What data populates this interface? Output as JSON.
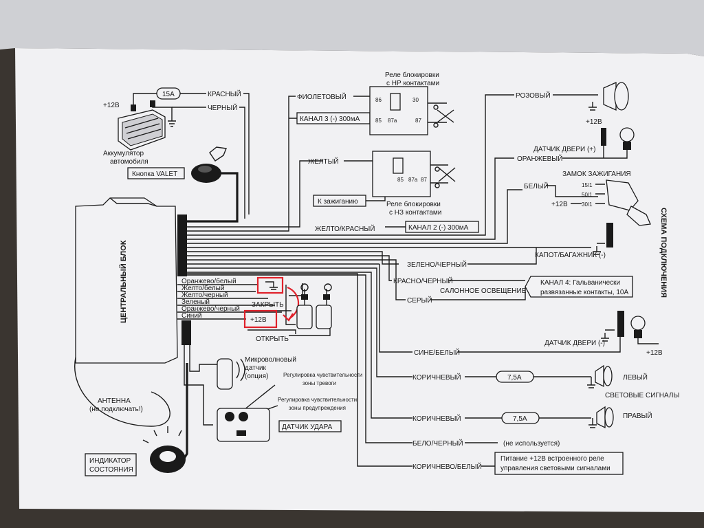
{
  "diagram": {
    "title": "СХЕМА ПОДКЛЮЧЕНИЯ",
    "central_unit": "ЦЕНТРАЛЬНЫЙ БЛОК",
    "battery": {
      "caption_line1": "Аккумулятор",
      "caption_line2": "автомобиля",
      "plus": "+12В",
      "fuse": "15А"
    },
    "valet_button": "Кнопка VALET",
    "relay_no": {
      "line1": "Реле блокировки",
      "line2": "с НР контактами"
    },
    "relay_nc": {
      "line1": "Реле блокировки",
      "line2": "с НЗ контактами"
    },
    "relay_pins": {
      "p86": "86",
      "p30": "30",
      "p85": "85",
      "p87a": "87а",
      "p87": "87"
    },
    "channel3": "КАНАЛ 3 (-) 300мА",
    "channel2": "КАНАЛ 2 (-) 300мА",
    "channel4_line1": "КАНАЛ 4: Гальванически",
    "channel4_line2": "развязанные контакты, 10А",
    "to_ignition": "К зажиганию",
    "wires_left": {
      "red": "КРАСНЫЙ",
      "black": "ЧЕРНЫЙ",
      "violet": "ФИОЛЕТОВЫЙ",
      "yellow": "ЖЕЛТЫЙ",
      "yellow_red": "ЖЕЛТО/КРАСНЫЙ"
    },
    "wires_lock": {
      "orange_white": "Оранжево/белый",
      "yellow_white": "Желто/белый",
      "yellow_black": "Желто/черный",
      "green": "Зеленый",
      "orange_black": "Оранжево/черный",
      "blue": "Синий",
      "close": "ЗАКРЫТЬ",
      "open": "ОТКРЫТЬ",
      "plus12": "+12В"
    },
    "wires_right": {
      "pink": "РОЗОВЫЙ",
      "door_plus": "ДАТЧИК ДВЕРИ (+)",
      "orange": "ОРАНЖЕВЫЙ",
      "ignition_lock": "ЗАМОК ЗАЖИГАНИЯ",
      "white": "БЕЛЫЙ",
      "ign_15": "15/1",
      "ign_50": "50/1",
      "ign_30": "30/1",
      "plus12_ign": "+12В",
      "plus12_door": "+12В",
      "plus12_bottom": "+12В",
      "hood": "КАПОТ/БАГАЖНИК (-)",
      "green_black": "ЗЕЛЕНО/ЧЕРНЫЙ",
      "red_black": "КРАСНО/ЧЕРНЫЙ",
      "interior_light": "САЛОННОЕ ОСВЕЩЕНИЕ",
      "gray": "СЕРЫЙ",
      "blue_white": "СИНЕ/БЕЛЫЙ",
      "door_minus": "ДАТЧИК ДВЕРИ (-)",
      "brown1": "КОРИЧНЕВЫЙ",
      "brown2": "КОРИЧНЕВЫЙ",
      "fuse_left": "7,5А",
      "fuse_right": "7,5А",
      "left": "ЛЕВЫЙ",
      "right": "ПРАВЫЙ",
      "turn_signals": "СВЕТОВЫЕ СИГНАЛЫ",
      "white_black": "БЕЛО/ЧЕРНЫЙ",
      "not_used": "(не используется)",
      "brown_white": "КОРИЧНЕВО/БЕЛЫЙ",
      "power_relay_line1": "Питание +12В встроенного реле",
      "power_relay_line2": "управления световыми сигналами"
    },
    "microwave": {
      "line1": "Микроволновый",
      "line2": "датчик",
      "line3": "(опция)"
    },
    "sens_alarm": {
      "line1": "Регулировка чувствительности",
      "line2": "зоны тревоги"
    },
    "sens_warn": {
      "line1": "Регулировка чувствительности",
      "line2": "зоны предупреждения"
    },
    "shock_sensor": "ДАТЧИК УДАРА",
    "antenna": {
      "line1": "АНТЕННА",
      "line2": "(не подключать!)"
    },
    "indicator": {
      "line1": "ИНДИКАТОР",
      "line2": "СОСТОЯНИЯ"
    },
    "colors": {
      "paper": "#f2f2f4",
      "ink": "#1a1a1a",
      "highlight": "#e0202a"
    }
  }
}
